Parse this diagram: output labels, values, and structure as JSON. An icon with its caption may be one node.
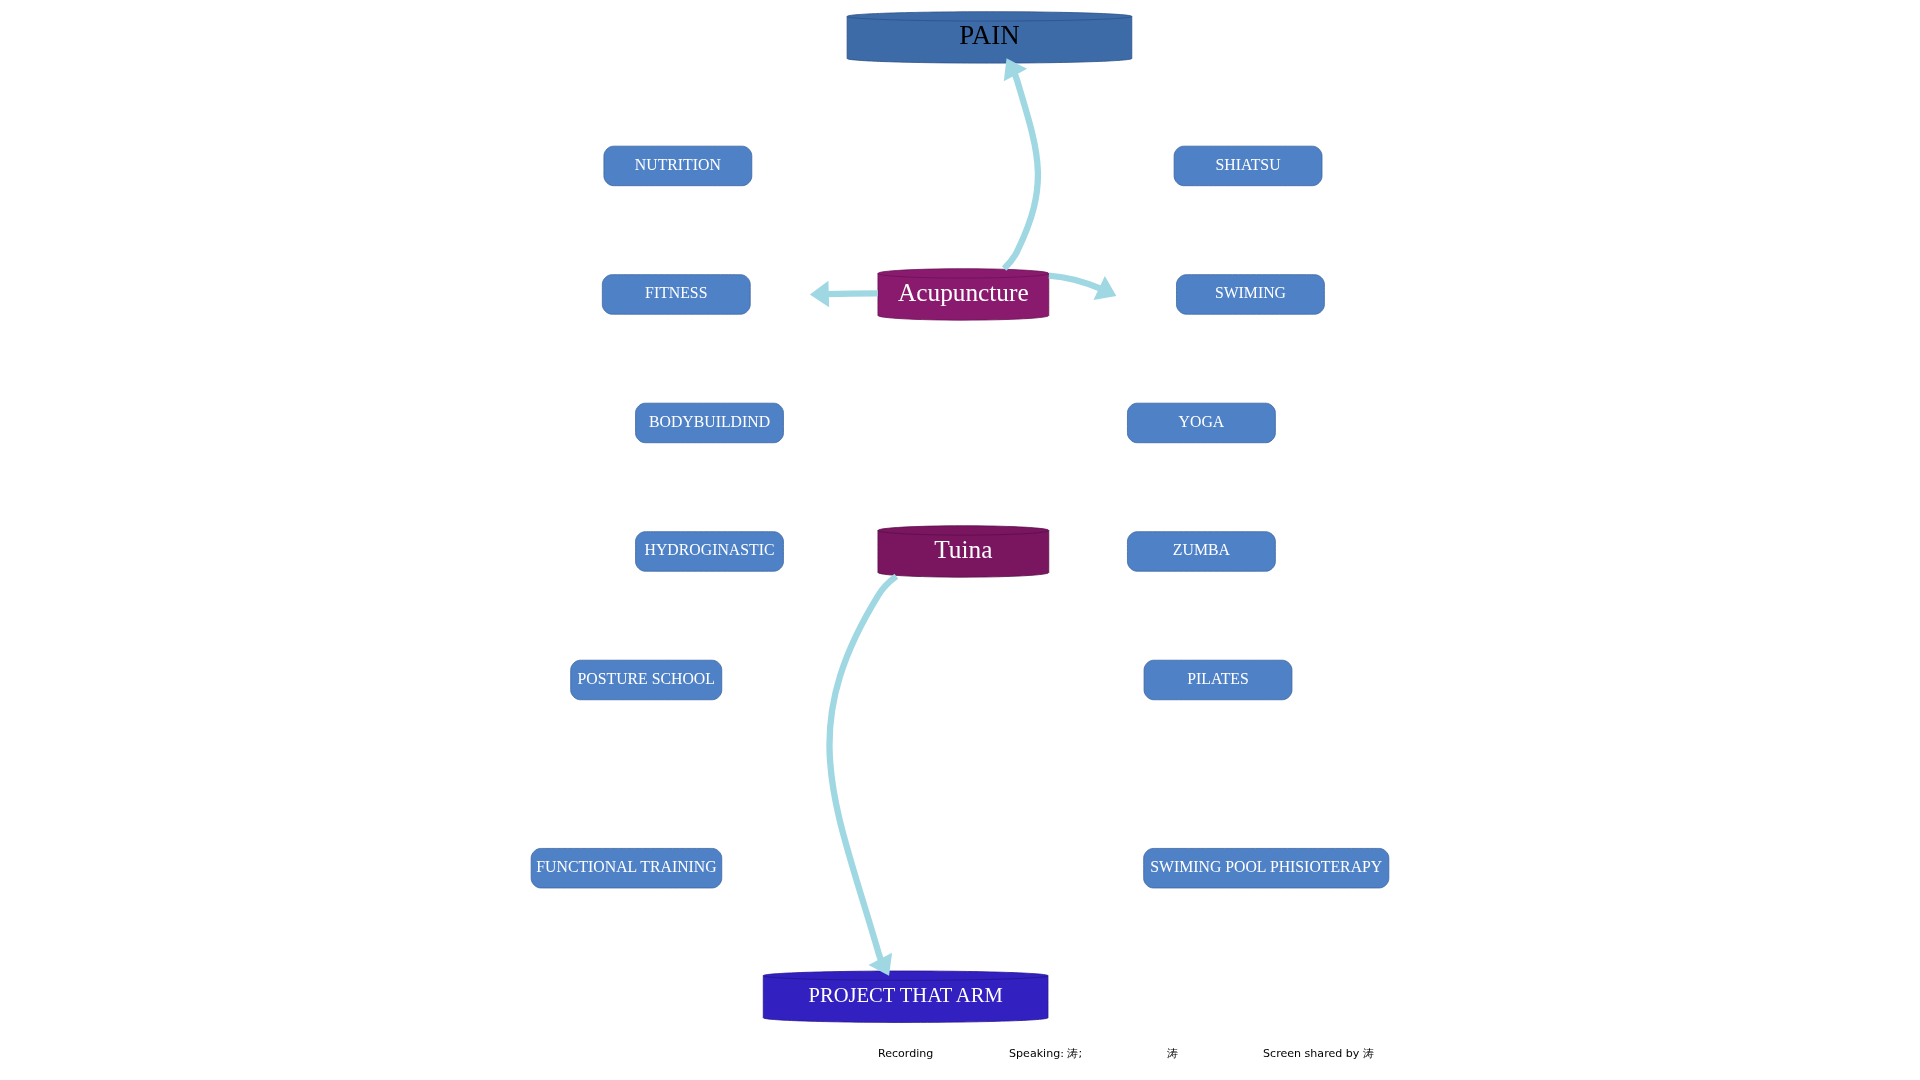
{
  "diagram": {
    "nodes": [
      {
        "text": [
          "PAIN"
        ]
      },
      {
        "text": [
          "NUTRITION"
        ]
      },
      {
        "text": [
          "FITNESS"
        ]
      },
      {
        "text": [
          "BODYBUILDIND"
        ]
      },
      {
        "text": [
          "HYDROGINASTIC"
        ]
      },
      {
        "text": [
          "POSTURE SCHOOL"
        ]
      },
      {
        "text": [
          "FUNCTIONAL TRAINING"
        ]
      },
      {
        "text": [
          "Acupuncture"
        ]
      },
      {
        "text": [
          "Tuina"
        ]
      },
      {
        "text": [
          "SHIATSU"
        ]
      },
      {
        "text": [
          "SWIMING"
        ]
      },
      {
        "text": [
          "YOGA"
        ]
      },
      {
        "text": [
          "ZUMBA"
        ]
      },
      {
        "text": [
          "PILATES"
        ]
      },
      {
        "text": [
          "SWIMING POOL PHISIOTERAPY"
        ]
      },
      {
        "text": [
          "PROJECT THAT ARM"
        ]
      }
    ],
    "edges": [
      {
        "from": 7,
        "to": 0,
        "arrow": "to"
      },
      {
        "from": 7,
        "to": null,
        "arrow": "to"
      },
      {
        "from": 7,
        "to": null,
        "arrow": "to"
      },
      {
        "from": 8,
        "to": 15,
        "arrow": "to"
      }
    ],
    "labels": [
      "Recording",
      "Speaking: 涛;",
      "涛",
      "Screen shared by 涛"
    ]
  }
}
